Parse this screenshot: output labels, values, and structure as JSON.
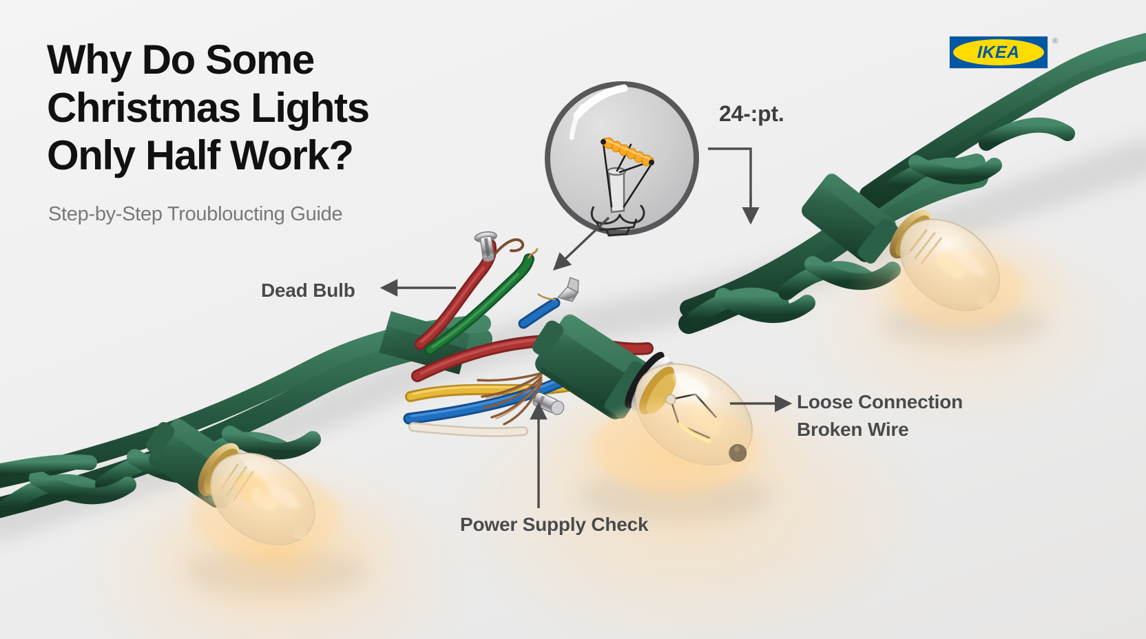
{
  "page": {
    "background_color": "#f0f0f0",
    "title_color": "#111111",
    "subtitle_color": "#78787a",
    "callout_color": "#4a4a4c"
  },
  "header": {
    "title_line1": "Why Do Some",
    "title_line2": "Christmas Lights",
    "title_line3": "Only Half Work?",
    "subtitle": "Step-by-Step Troubloucting Guide"
  },
  "brand": {
    "name": "IKEA",
    "registered_mark": "®",
    "blue": "#0058A3",
    "yellow": "#FFDB00"
  },
  "callouts": [
    {
      "id": "dead-bulb",
      "label": "Dead Bulb",
      "arrow": "left"
    },
    {
      "id": "zoom-spec",
      "label": "24-:pt.",
      "arrow": "down"
    },
    {
      "id": "loose-wire",
      "label_line1": "Loose Connection",
      "label_line2": "Broken Wire",
      "arrow": "right"
    },
    {
      "id": "power-supply",
      "label": "Power Supply Check",
      "arrow": "up"
    }
  ],
  "illustration": {
    "cord_color": "#23563f",
    "cord_color_light": "#2f6b4f",
    "bulb_glass": "#f3e4cd",
    "bulb_glow": "#ffd89f",
    "magnifier_ring": "#58585a",
    "magnifier_fill": "#cfcfd0",
    "filament_coil": "#f5a623",
    "wires": [
      {
        "name": "red-wire",
        "color": "#a32c2c"
      },
      {
        "name": "green-wire",
        "color": "#1f7a35"
      },
      {
        "name": "blue-wire",
        "color": "#1f6fc0"
      },
      {
        "name": "yellow-wire",
        "color": "#e8b83a"
      },
      {
        "name": "brown-wire",
        "color": "#8a5a36"
      }
    ],
    "bulb_count_visible": 3
  }
}
